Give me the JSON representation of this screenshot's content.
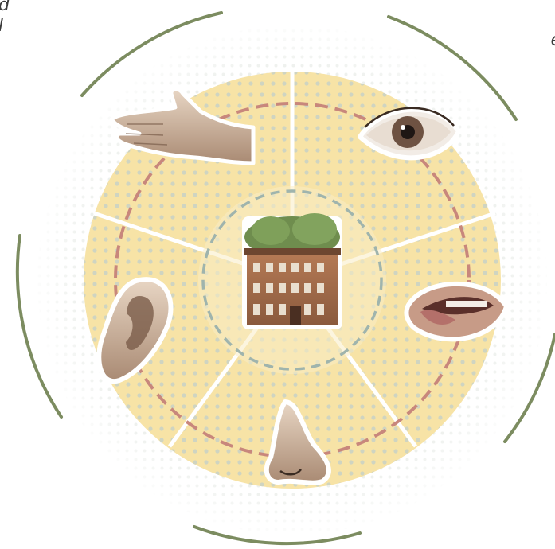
{
  "corner_text": {
    "top_left_line1": "d",
    "top_left_line2": "l",
    "top_right": "e"
  },
  "colors": {
    "wedge_fill": "#f7e3a6",
    "dot_color": "#c9d3c8",
    "outer_arc": "#7c8c60",
    "inner_dash_ring": "#c8877c",
    "center_dash_ring": "#9fb4ad"
  },
  "senses": [
    {
      "name": "touch",
      "icon": "hand-icon"
    },
    {
      "name": "sight",
      "icon": "eye-icon"
    },
    {
      "name": "taste",
      "icon": "mouth-icon"
    },
    {
      "name": "smell",
      "icon": "nose-icon"
    },
    {
      "name": "hearing",
      "icon": "ear-icon"
    }
  ],
  "center": {
    "icon": "building-icon"
  }
}
